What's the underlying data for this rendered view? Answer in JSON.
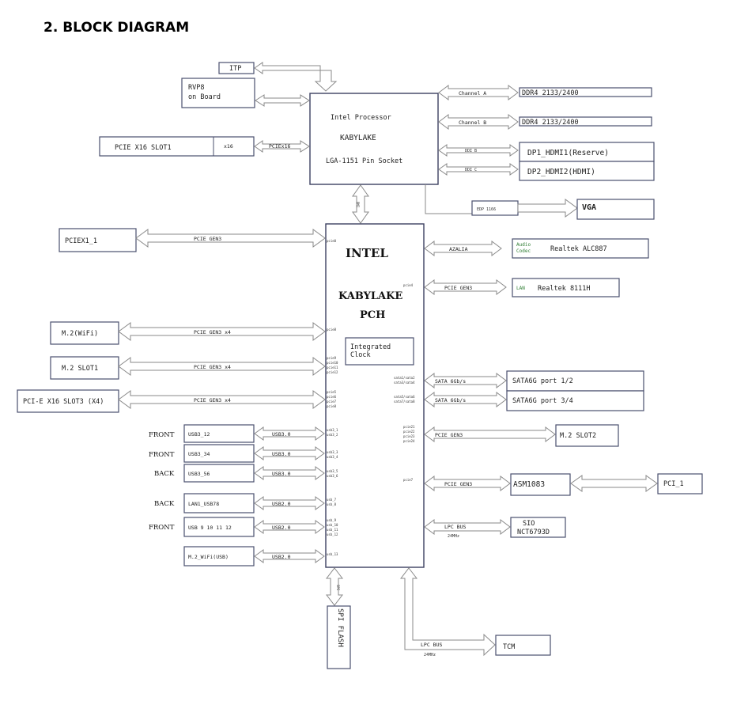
{
  "title": "2.  BLOCK DIAGRAM",
  "cpu": {
    "line1": "Intel Processor",
    "line2": "KABYLAKE",
    "line3": "LGA-1151 Pin Socket"
  },
  "pch": {
    "line1": "INTEL",
    "line2": "KABYLAKE",
    "line3": "PCH",
    "clock": [
      "Integrated",
      "Clock"
    ]
  },
  "cpu_links": {
    "itp": "ITP",
    "rvp8": [
      "RVP8",
      "on Board"
    ],
    "pcie_x16_slot": "PCIE X16 SLOT1",
    "x16_inner": "x16",
    "pciex16": "PCIEx16",
    "dmi": "DMI",
    "channel_a": "Channel A",
    "channel_b": "Channel B",
    "ddr4_a": "DDR4 2133/2400",
    "ddr4_b": "DDR4 2133/2400",
    "ddi_b": "DDI B",
    "ddi_c": "DDI C",
    "dp1": "DP1_HDMI1(Reserve)",
    "dp2": "DP2_HDMI2(HDMI)",
    "edp": "EDP 1166",
    "vga": "VGA"
  },
  "left_links": [
    {
      "device": "PCIEX1_1",
      "bus": "PCIE GEN3"
    },
    {
      "device": "M.2(WiFi)",
      "bus": "PCIE GEN3 x4"
    },
    {
      "device": "M.2 SLOT1",
      "bus": "PCIE GEN3 x4"
    },
    {
      "device": "PCI-E X16 SLOT3 (X4)",
      "bus": "PCIE GEN3 x4"
    }
  ],
  "usb_links": [
    {
      "side": "FRONT",
      "device": "USB3_12",
      "bus": "USB3.0"
    },
    {
      "side": "FRONT",
      "device": "USB3_34",
      "bus": "USB3.0"
    },
    {
      "side": "BACK",
      "device": "USB3_56",
      "bus": "USB3.0"
    },
    {
      "side": "BACK",
      "device": "LAN1_USB78",
      "bus": "USB2.0"
    },
    {
      "side": "FRONT",
      "device": "USB 9 10 11 12",
      "bus": "USB2.0"
    },
    {
      "side": "",
      "device": "M.2_WiFi(USB)",
      "bus": "USB2.0"
    }
  ],
  "right_links": {
    "azalia": "AZALIA",
    "audio_codec": [
      "Audio",
      "Codec"
    ],
    "realtek_audio": "Realtek ALC887",
    "lan_bus": "PCIE GEN3",
    "lan_label": "LAN",
    "realtek_lan": "Realtek 8111H",
    "sata_bus_1": "SATA 6Gb/s",
    "sata_bus_2": "SATA 6Gb/s",
    "sata_port_1": "SATA6G port 1/2",
    "sata_port_2": "SATA6G port 3/4",
    "m2_bus": "PCIE GEN3",
    "m2_slot2": "M.2 SLOT2",
    "asm_bus": "PCIE GEN3",
    "asm": "ASM1083",
    "pci": "PCI_1",
    "lpc_bus": "LPC BUS",
    "lpc_freq": "24MHz",
    "sio": [
      "SIO",
      "NCT6793D"
    ],
    "lpc_bus_2": "LPC BUS",
    "lpc_freq_2": "24MHz",
    "tcm": "TCM"
  },
  "bottom": {
    "spi": "SPI",
    "spi_flash": "SPI FLASH"
  }
}
